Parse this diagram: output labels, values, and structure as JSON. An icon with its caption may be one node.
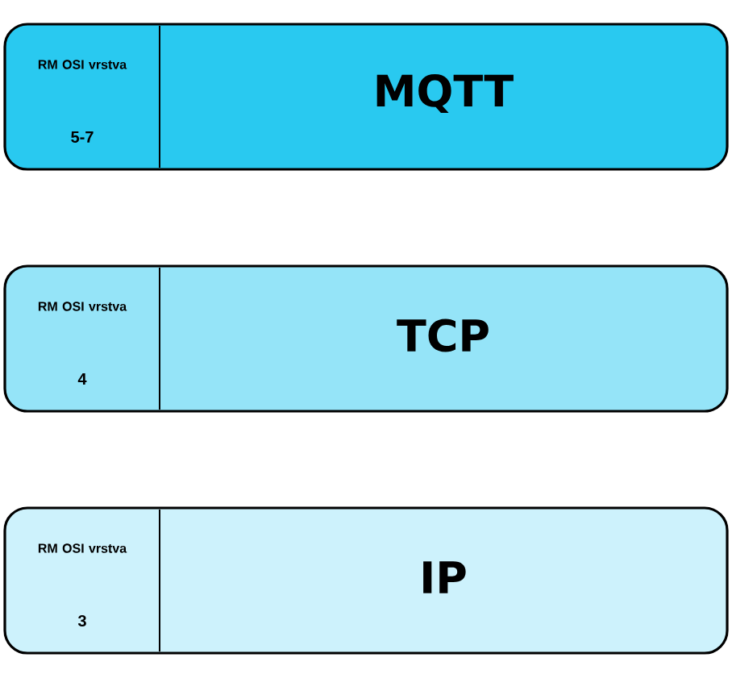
{
  "diagram": {
    "nodes": [
      {
        "text": [
          "RM OSI vrstva",
          "5-7",
          "MQTT"
        ]
      },
      {
        "text": [
          "RM OSI vrstva",
          "4",
          "TCP"
        ]
      },
      {
        "text": [
          "RM OSI vrstva",
          "3",
          "IP"
        ]
      }
    ]
  }
}
